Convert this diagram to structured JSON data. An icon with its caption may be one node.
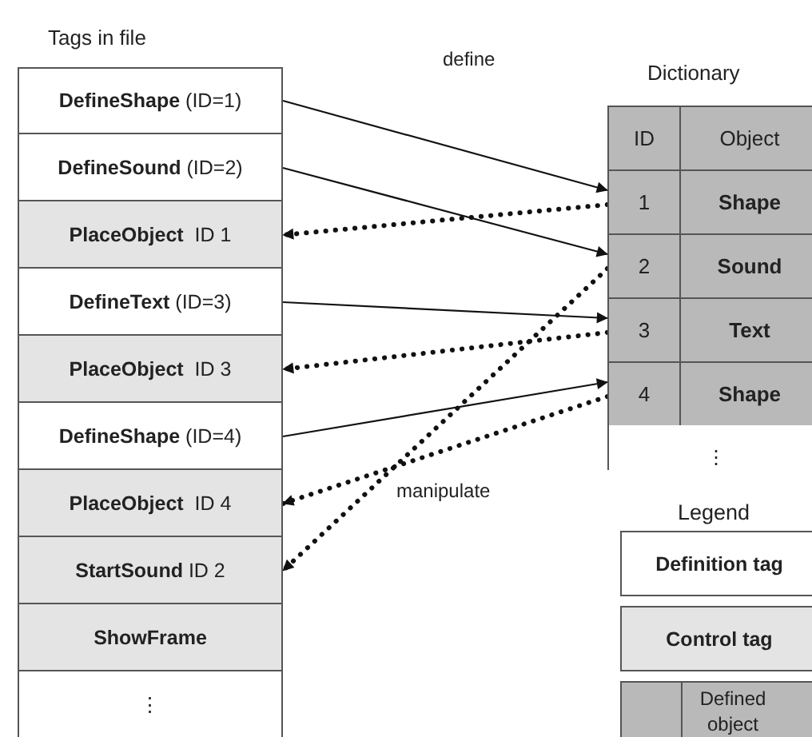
{
  "diagram": {
    "nodes": [
      {
        "text": [
          "**DefineShape** (ID=1)"
        ]
      },
      {
        "text": [
          "**DefineSound** (ID=2)"
        ]
      },
      {
        "text": [
          "**PlaceObject**  ID 1"
        ]
      },
      {
        "text": [
          "**DefineText** (ID=3)"
        ]
      },
      {
        "text": [
          "**PlaceObject**  ID 3"
        ]
      },
      {
        "text": [
          "**DefineShape** (ID=4)"
        ]
      },
      {
        "text": [
          "**PlaceObject**  ID 4"
        ]
      },
      {
        "text": [
          "**StartSound** ID 2"
        ]
      },
      {
        "text": [
          "ShowFrame"
        ]
      },
      {
        "text": [
          "⋮"
        ]
      },
      {
        "text": [
          "ID",
          "Object"
        ]
      },
      {
        "text": [
          "1",
          "Shape"
        ]
      },
      {
        "text": [
          "2",
          "Sound"
        ]
      },
      {
        "text": [
          "3",
          "Text"
        ]
      },
      {
        "text": [
          "4",
          "Shape"
        ]
      }
    ],
    "edges": [
      {
        "from": 0,
        "to": 11,
        "arrow": "to"
      },
      {
        "from": 1,
        "to": 12,
        "arrow": "to"
      },
      {
        "from": 11,
        "to": 2,
        "arrow": "to",
        "style": "dashed"
      },
      {
        "from": 3,
        "to": 13,
        "arrow": "to"
      },
      {
        "from": 13,
        "to": 4,
        "arrow": "to",
        "style": "dashed"
      },
      {
        "from": 5,
        "to": 14,
        "arrow": "to"
      },
      {
        "from": 14,
        "to": 6,
        "arrow": "to",
        "style": "dashed"
      },
      {
        "from": 12,
        "to": 7,
        "arrow": "to",
        "style": "dashed"
      }
    ],
    "labels": [
      "Tags in file",
      "define",
      "Dictionary",
      "manipulate",
      "⋮",
      "Legend"
    ],
    "legend": [
      {
        "text": "Definition tag",
        "color": "#ffffff"
      },
      {
        "text": "Control tag",
        "color": "#e4e4e4"
      },
      {
        "text": "Defined object",
        "color": "#b9b9b9"
      }
    ]
  }
}
